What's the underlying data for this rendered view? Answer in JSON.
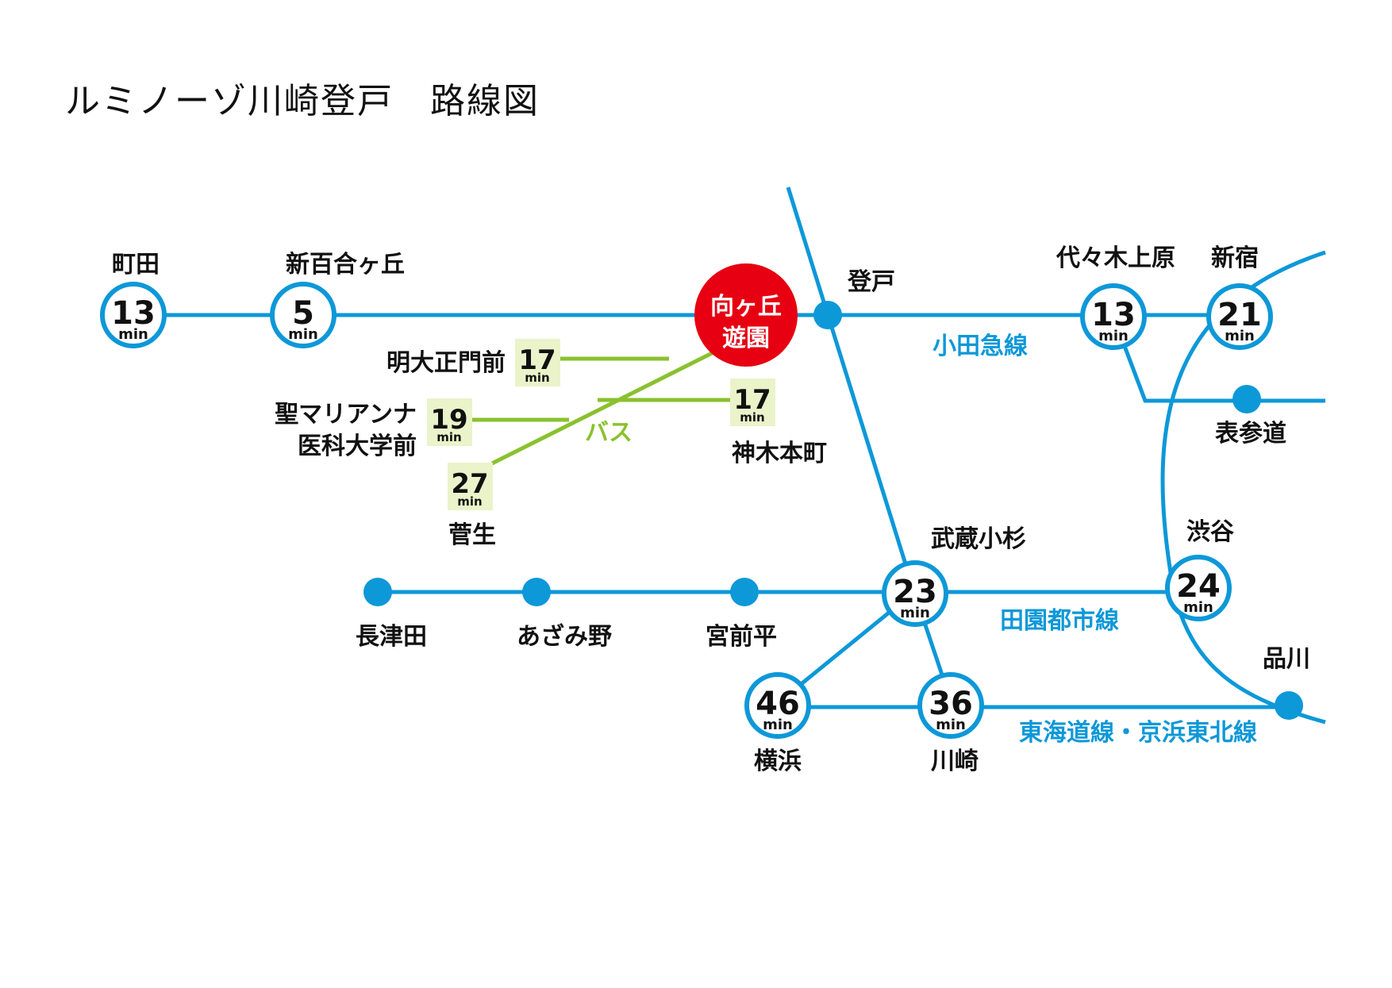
{
  "title": "ルミノーゾ川崎登戸　路線図",
  "colors": {
    "rail": "#0d98d8",
    "bus": "#8ac12f",
    "origin": "#e60012",
    "bus_box": "#eaf3c9",
    "text": "#111111"
  },
  "origin": {
    "line1": "向ヶ丘",
    "line2": "遊園"
  },
  "lines": {
    "odakyu": "小田急線",
    "denentoshi": "田園都市線",
    "tokaido": "東海道線・京浜東北線",
    "bus": "バス"
  },
  "min_unit": "min",
  "stations": {
    "machida": {
      "name": "町田",
      "minutes": "13"
    },
    "shinyurigaoka": {
      "name": "新百合ヶ丘",
      "minutes": "5"
    },
    "noborito": {
      "name": "登戸"
    },
    "yoyogiuehara": {
      "name": "代々木上原",
      "minutes": "13"
    },
    "shinjuku": {
      "name": "新宿",
      "minutes": "21"
    },
    "omotesando": {
      "name": "表参道"
    },
    "shibuya": {
      "name": "渋谷",
      "minutes": "24"
    },
    "musashikosugi": {
      "name": "武蔵小杉",
      "minutes": "23"
    },
    "shinagawa": {
      "name": "品川"
    },
    "nagatsuta": {
      "name": "長津田"
    },
    "azamino": {
      "name": "あざみ野"
    },
    "miyamaedaira": {
      "name": "宮前平"
    },
    "yokohama": {
      "name": "横浜",
      "minutes": "46"
    },
    "kawasaki": {
      "name": "川崎",
      "minutes": "36"
    }
  },
  "bus_stops": {
    "meidai": {
      "name": "明大正門前",
      "minutes": "17"
    },
    "marianna": {
      "name_line1": "聖マリアンナ",
      "name_line2": "医科大学前",
      "minutes": "19"
    },
    "sugao": {
      "name": "菅生",
      "minutes": "27"
    },
    "kamikimoto": {
      "name": "神木本町",
      "minutes": "17"
    }
  }
}
